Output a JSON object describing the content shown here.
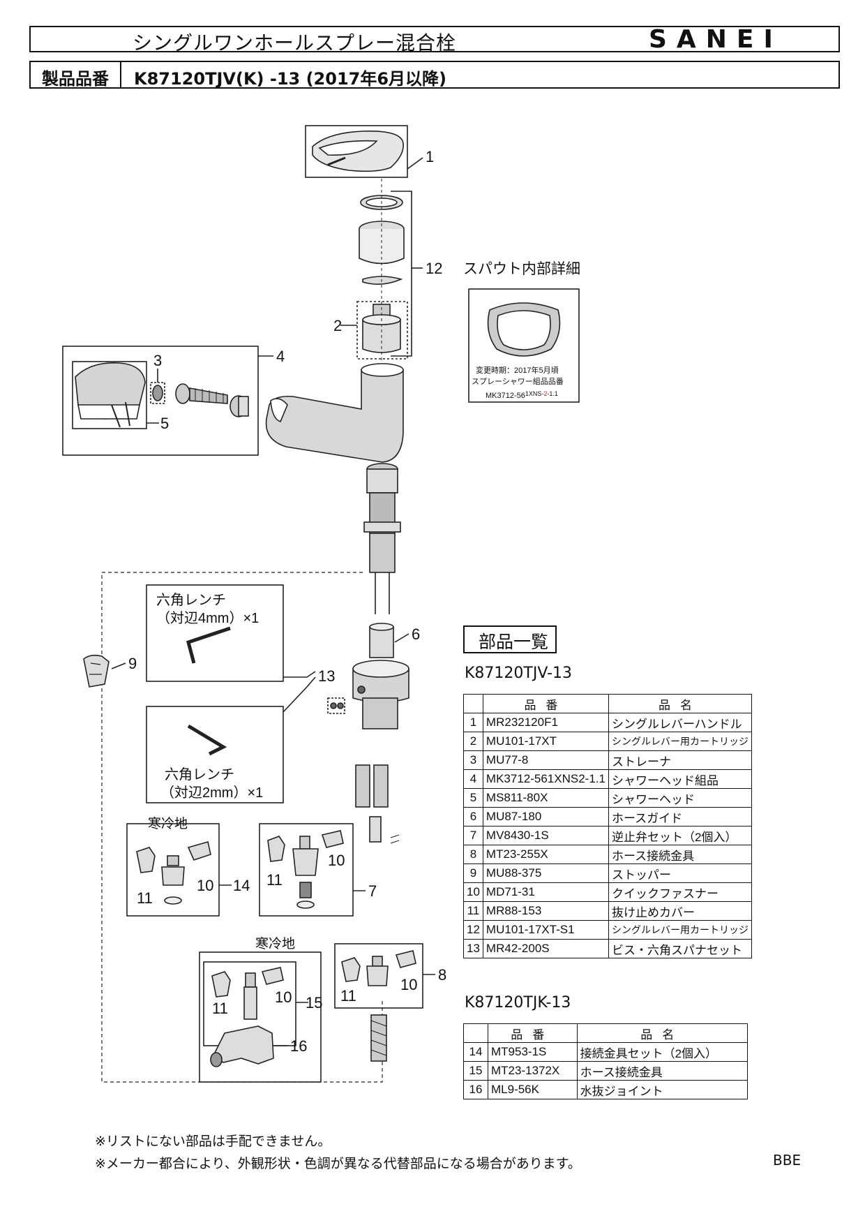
{
  "header": {
    "title": "シングルワンホールスプレー混合栓",
    "brand": "SANEI",
    "model_label": "製品品番",
    "model": "K87120TJV(K) -13 (2017年6月以降)"
  },
  "drawing": {
    "spout_detail_title": "スパウト内部詳細",
    "spout_detail_note1": "変更時期：2017年5月頃",
    "spout_detail_note2": "スプレーシャワー組品品番",
    "spout_detail_code_prefix": "MK3712-56",
    "spout_detail_code_suffix": "1XNS-",
    "spout_detail_code_red": "2",
    "spout_detail_code_end": "-1.1",
    "wrench_4_line1": "六角レンチ",
    "wrench_4_line2": "（対辺4mm）×1",
    "wrench_2_line1": "六角レンチ",
    "wrench_2_line2": "（対辺2mm）×1",
    "cold_region_a": "寒冷地",
    "cold_region_b": "寒冷地",
    "callouts": [
      "1",
      "2",
      "3",
      "4",
      "5",
      "6",
      "7",
      "8",
      "9",
      "10",
      "10",
      "10",
      "10",
      "11",
      "11",
      "11",
      "11",
      "12",
      "13",
      "14",
      "15",
      "16"
    ]
  },
  "parts_list": {
    "title": "部品一覧",
    "tables": [
      {
        "model": "K87120TJV-13",
        "headers": [
          "品番",
          "品名"
        ],
        "rows": [
          {
            "no": "1",
            "code": "MR232120F1",
            "name": "シングルレバーハンドル"
          },
          {
            "no": "2",
            "code": "MU101-17XT",
            "name": "シングルレバー用カートリッジ"
          },
          {
            "no": "3",
            "code": "MU77-8",
            "name": "ストレーナ"
          },
          {
            "no": "4",
            "code": "MK3712-561XNS2-1.1",
            "name": "シャワーヘッド組品"
          },
          {
            "no": "5",
            "code": "MS811-80X",
            "name": "シャワーヘッド"
          },
          {
            "no": "6",
            "code": "MU87-180",
            "name": "ホースガイド"
          },
          {
            "no": "7",
            "code": "MV8430-1S",
            "name": "逆止弁セット（2個入）"
          },
          {
            "no": "8",
            "code": "MT23-255X",
            "name": "ホース接続金具"
          },
          {
            "no": "9",
            "code": "MU88-375",
            "name": "ストッパー"
          },
          {
            "no": "10",
            "code": "MD71-31",
            "name": "クイックファスナー"
          },
          {
            "no": "11",
            "code": "MR88-153",
            "name": "抜け止めカバー"
          },
          {
            "no": "12",
            "code": "MU101-17XT-S1",
            "name": "シングルレバー用カートリッジ"
          },
          {
            "no": "13",
            "code": "MR42-200S",
            "name": "ビス・六角スパナセット"
          }
        ]
      },
      {
        "model": "K87120TJK-13",
        "headers": [
          "品番",
          "品名"
        ],
        "rows": [
          {
            "no": "14",
            "code": "MT953-1S",
            "name": "接続金具セット（2個入）"
          },
          {
            "no": "15",
            "code": "MT23-1372X",
            "name": "ホース接続金具"
          },
          {
            "no": "16",
            "code": "ML9-56K",
            "name": "水抜ジョイント"
          }
        ]
      }
    ]
  },
  "notes": [
    "※リストにない部品は手配できません。",
    "※メーカー都合により、外観形状・色調が異なる代替部品になる場合があります。"
  ],
  "footer_code": "BBE"
}
